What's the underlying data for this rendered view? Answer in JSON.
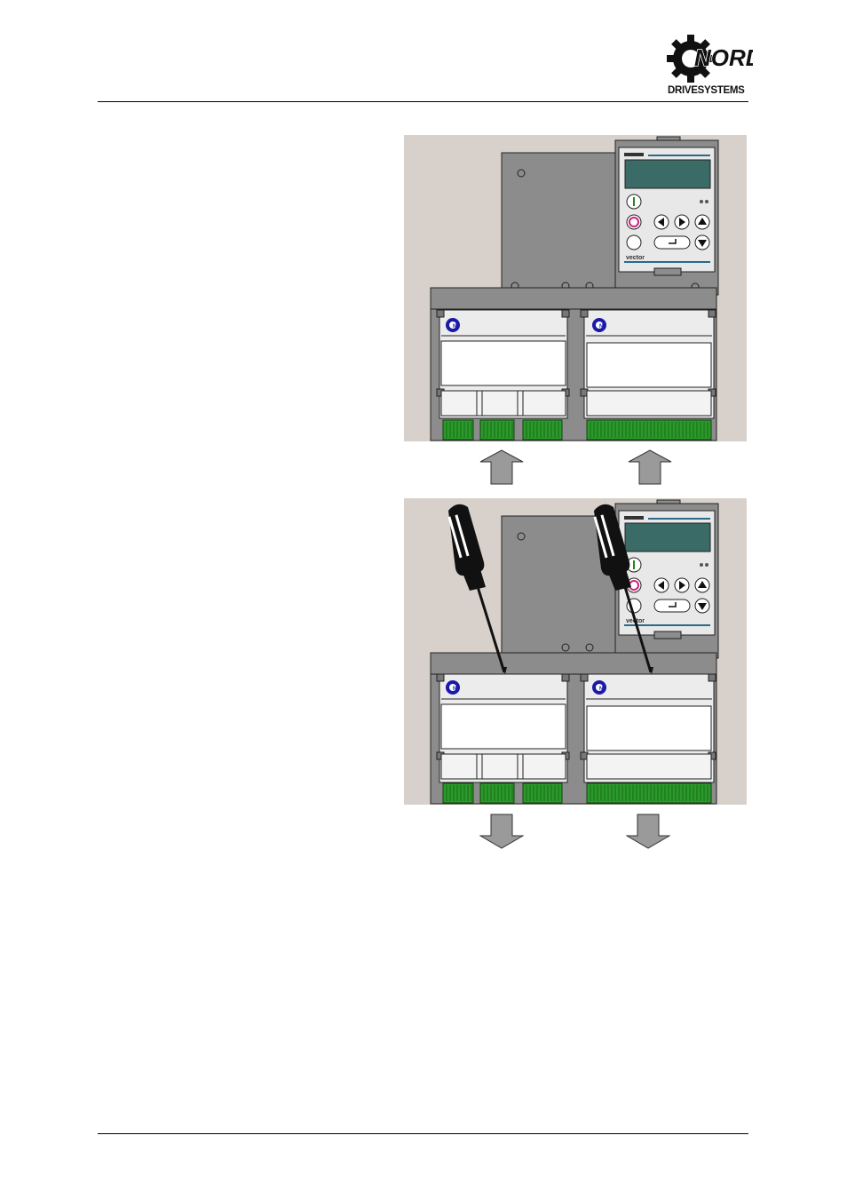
{
  "header": {
    "logo_text": "NORD",
    "logo_subtitle": "DRIVESYSTEMS"
  },
  "figures": [
    {
      "state": "installed",
      "keypad": {
        "model_text": "vector"
      },
      "arrow_direction": "up"
    },
    {
      "state": "removal-with-screwdrivers",
      "keypad": {
        "model_text": "vector"
      },
      "arrow_direction": "down"
    }
  ],
  "colors": {
    "figure_background": "#d8d1cb",
    "housing": "#8c8c8c",
    "terminal_green": "#2a9a2a",
    "display_teal": "#3a6b66",
    "nord_blue": "#1a1aa8",
    "arrow_gray": "#9a9a9a"
  }
}
